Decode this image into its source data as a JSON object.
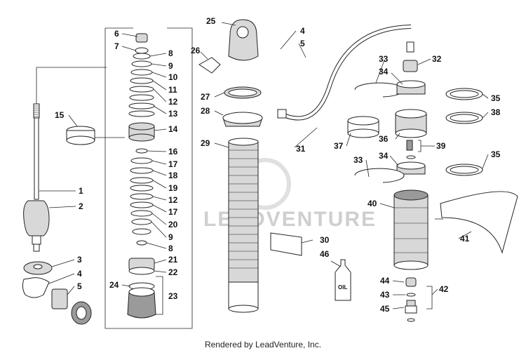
{
  "diagram": {
    "callouts": {
      "c1": "1",
      "c2": "2",
      "c3": "3",
      "c4a": "4",
      "c5a": "5",
      "c4b": "4",
      "c5b": "5",
      "c6": "6",
      "c7": "7",
      "c8a": "8",
      "c9a": "9",
      "c10": "10",
      "c11": "11",
      "c12a": "12",
      "c13": "13",
      "c14": "14",
      "c15": "15",
      "c16": "16",
      "c17a": "17",
      "c18": "18",
      "c19": "19",
      "c12b": "12",
      "c17b": "17",
      "c20": "20",
      "c9b": "9",
      "c8b": "8",
      "c21": "21",
      "c22": "22",
      "c23": "23",
      "c24": "24",
      "c25": "25",
      "c26": "26",
      "c27": "27",
      "c28": "28",
      "c29": "29",
      "c30": "30",
      "c31": "31",
      "c46": "46",
      "c32": "32",
      "c33a": "33",
      "c34a": "34",
      "c35a": "35",
      "c38": "38",
      "c36": "36",
      "c37": "37",
      "c39": "39",
      "c34b": "34",
      "c33b": "33",
      "c35b": "35",
      "c40": "40",
      "c41": "41",
      "c44": "44",
      "c43": "43",
      "c45": "45",
      "c42": "42"
    },
    "bottle_label": "OIL",
    "watermark": "LEADVENTURE"
  },
  "footer": {
    "credit": "Rendered by LeadVenture, Inc."
  }
}
